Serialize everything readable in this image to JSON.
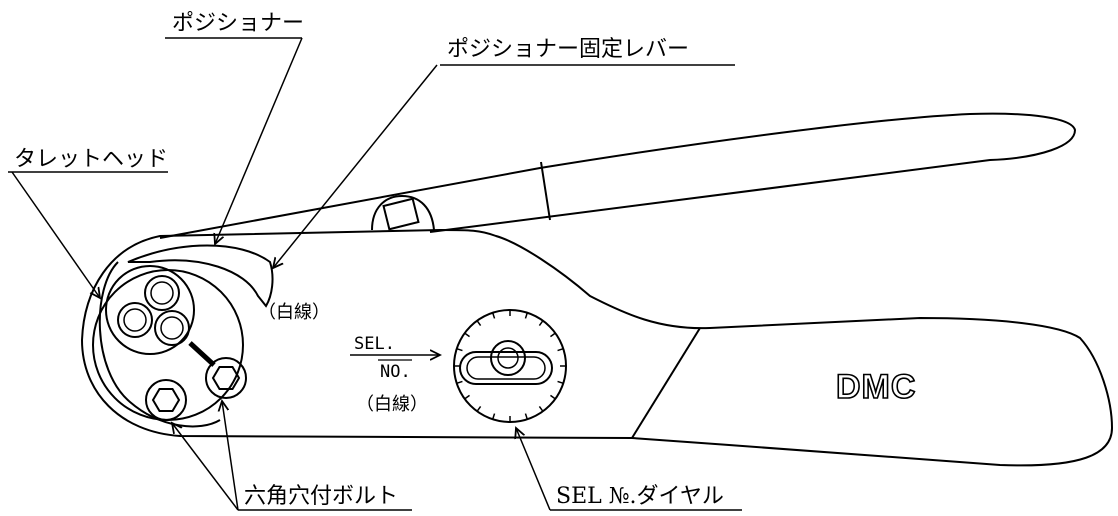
{
  "labels": {
    "positioner": "ポジショナー",
    "positioner_lock_lever": "ポジショナー固定レバー",
    "turret_head": "タレットヘッド",
    "white_line_1": "（白線）",
    "sel": "SEL.",
    "no": "NO.",
    "white_line_2": "（白線）",
    "hex_socket_bolt": "六角穴付ボルト",
    "sel_no_dial": "SEL №.ダイヤル",
    "brand": "DMC"
  },
  "colors": {
    "line": "#000000",
    "background": "#ffffff"
  }
}
